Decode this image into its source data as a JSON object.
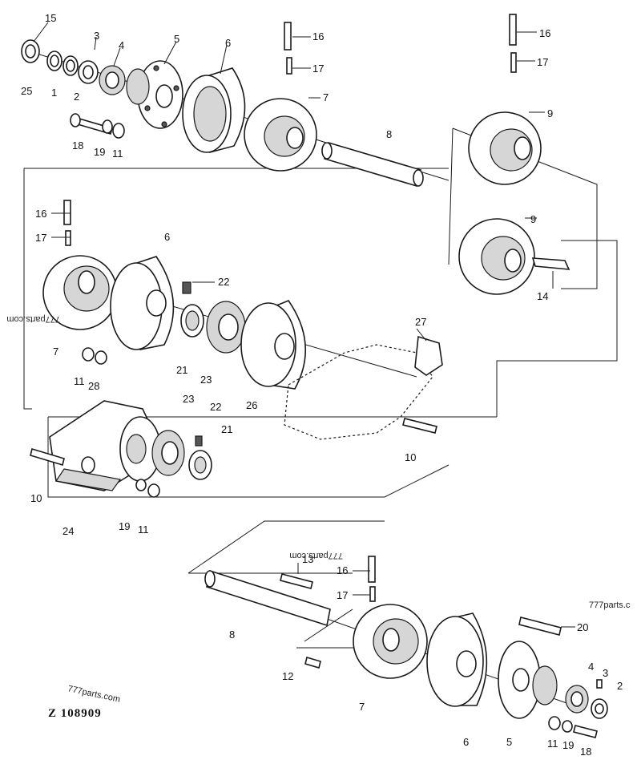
{
  "diagram_code": "Z 108909",
  "watermarks": [
    "777parts.com",
    "777parts.com",
    "777parts.c",
    "777parts.com"
  ],
  "callouts": {
    "c15": "15",
    "c3a": "3",
    "c4a": "4",
    "c5a": "5",
    "c6a": "6",
    "c16a": "16",
    "c17a": "17",
    "c25": "25",
    "c1": "1",
    "c2a": "2",
    "c7a": "7",
    "c18a": "18",
    "c19a": "19",
    "c11a": "11",
    "c8a": "8",
    "c16b": "16",
    "c17b": "17",
    "c9a": "9",
    "c9b": "9",
    "c14": "14",
    "c16c": "16",
    "c17c": "17",
    "c6b": "6",
    "c22a": "22",
    "c7b": "7",
    "c11b": "11",
    "c28": "28",
    "c21a": "21",
    "c23a": "23",
    "c26": "26",
    "c27": "27",
    "c23b": "23",
    "c22b": "22",
    "c21b": "21",
    "c10a": "10",
    "c10b": "10",
    "c24": "24",
    "c19b": "19",
    "c11c": "11",
    "c13": "13",
    "c16d": "16",
    "c17d": "17",
    "c8b": "8",
    "c12": "12",
    "c7c": "7",
    "c20": "20",
    "c4b": "4",
    "c3b": "3",
    "c2b": "2",
    "c6c": "6",
    "c5b": "5",
    "c11d": "11",
    "c19c": "19",
    "c18b": "18"
  }
}
